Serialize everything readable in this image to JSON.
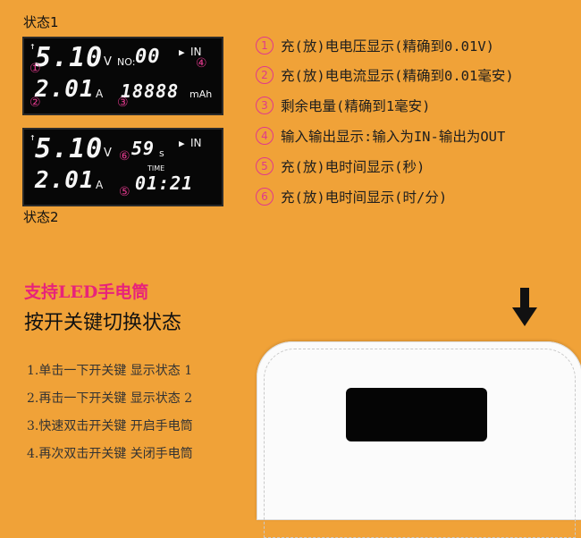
{
  "state1": {
    "label": "状态1",
    "voltage": "5.10",
    "voltage_unit": "V",
    "no_label": "NO:",
    "no_value": "00",
    "direction": "IN",
    "current": "2.01",
    "current_unit": "A",
    "capacity": "18888",
    "capacity_unit": "mAh",
    "markers": [
      "①",
      "②",
      "③",
      "④"
    ]
  },
  "state2": {
    "label": "状态2",
    "voltage": "5.10",
    "voltage_unit": "V",
    "seconds": "59",
    "seconds_unit": "s",
    "direction": "IN",
    "current": "2.01",
    "current_unit": "A",
    "time_label": "TIME",
    "time_value": "01:21",
    "markers": [
      "⑥",
      "⑤"
    ]
  },
  "legend": [
    {
      "num": "1",
      "text": "充(放)电电压显示(精确到0.01V)"
    },
    {
      "num": "2",
      "text": "充(放)电电流显示(精确到0.01毫安)"
    },
    {
      "num": "3",
      "text": "剩余电量(精确到1毫安)"
    },
    {
      "num": "4",
      "text": "输入输出显示:输入为IN-输出为OUT"
    },
    {
      "num": "5",
      "text": "充(放)电时间显示(秒)"
    },
    {
      "num": "6",
      "text": "充(放)电时间显示(时/分)"
    }
  ],
  "promo": "支持LED手电筒",
  "headline": "按开关键切换状态",
  "steps": [
    "1.单击一下开关键 显示状态 1",
    "2.再击一下开关键 显示状态 2",
    "3.快速双击开关键 开启手电筒",
    "4.再次双击开关键 关闭手电筒"
  ],
  "colors": {
    "background": "#f0a238",
    "accent": "#e8237a",
    "lcd": "#070707"
  },
  "icons": {
    "direction": "play-triangle-icon",
    "up_arrow": "up-arrow-icon",
    "pointer": "down-arrow-icon"
  }
}
